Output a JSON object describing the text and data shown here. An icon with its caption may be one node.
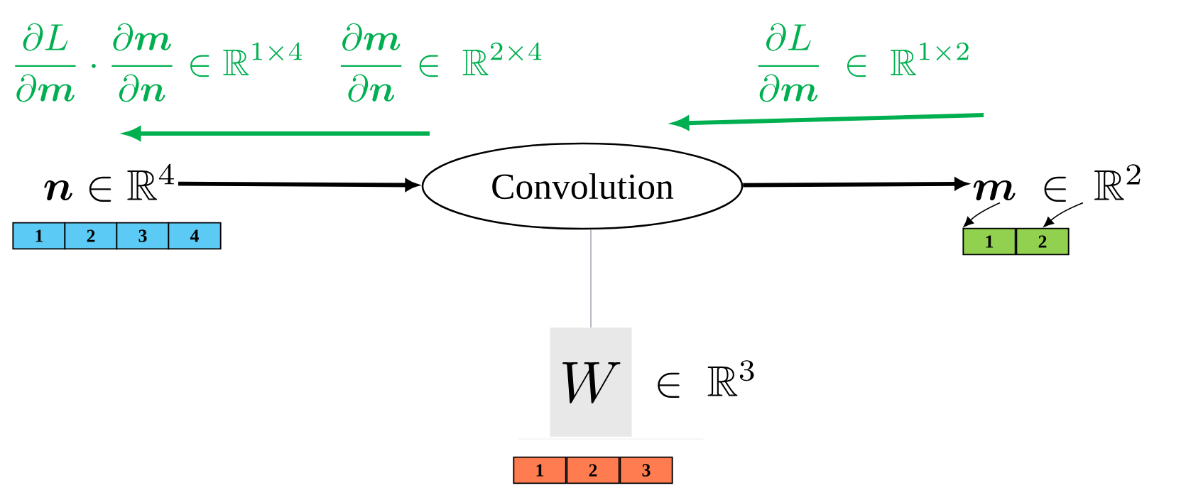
{
  "diagram": {
    "nodes": [
      {
        "text": [
          "\\boldsymbol{n} \\in \\mathbb{R}^{4}"
        ]
      },
      {
        "text": [
          "Convolution"
        ]
      },
      {
        "text": [
          "\\boldsymbol{m} \\;\\in\\; \\mathbb{R}^{2}"
        ]
      },
      {
        "text": [
          "1"
        ]
      },
      {
        "text": [
          "2"
        ]
      },
      {
        "text": [
          "3"
        ]
      },
      {
        "text": [
          "4"
        ]
      },
      {
        "text": [
          "1"
        ]
      },
      {
        "text": [
          "2"
        ]
      },
      {
        "text": [
          "W"
        ],
        "beside": [
          "\\in\\; \\mathbb{R}^{3}"
        ]
      },
      {
        "text": [
          "1"
        ]
      },
      {
        "text": [
          "2"
        ]
      },
      {
        "text": [
          "3"
        ]
      }
    ],
    "edges": [
      {
        "from": 0,
        "to": 1,
        "arrow": "to",
        "style": "thick"
      },
      {
        "from": 1,
        "to": 2,
        "arrow": "to",
        "style": "thick"
      },
      {
        "from": 1,
        "to": 9,
        "arrow": "none",
        "color": "#a6adb4"
      },
      {
        "from": 2,
        "to": 7,
        "arrow": "to"
      },
      {
        "from": 2,
        "to": 8,
        "arrow": "to"
      }
    ],
    "labels": [
      "\\frac{\\partial L}{\\partial \\boldsymbol{m}} \\cdot \\frac{\\partial \\boldsymbol{m}}{\\partial \\boldsymbol{n}} \\in \\mathbb{R}^{1\\times 4}",
      "\\frac{\\partial \\boldsymbol{m}}{\\partial \\boldsymbol{n}} \\in\\; \\mathbb{R}^{2\\times 4}",
      "\\frac{\\partial L}{\\partial \\boldsymbol{m}} \\;\\in\\; \\mathbb{R}^{1\\times 2}"
    ]
  }
}
